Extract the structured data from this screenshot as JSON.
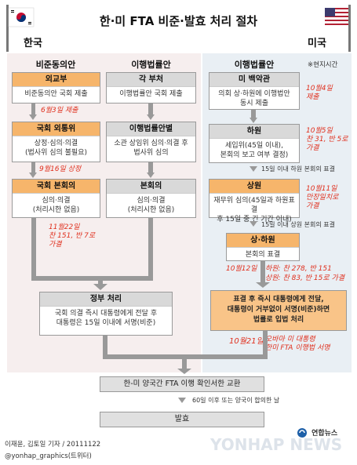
{
  "title": "한·미 FTA 비준·발효 처리 절차",
  "countries": {
    "korea": "한국",
    "usa": "미국"
  },
  "columns": {
    "kr_left": "비준동의안",
    "kr_right": "이행법률안",
    "us": "이행법률안",
    "us_note": "※현지시간"
  },
  "kr_left_steps": [
    {
      "head": "외교부",
      "body": "비준동의안 국회 제출"
    },
    {
      "head": "국회 외통위",
      "body": "상정·심의·의결\n(법사위 심의 불필요)"
    },
    {
      "head": "국회 본회의",
      "body": "심의·의결\n(처리시한 없음)"
    }
  ],
  "kr_left_notes": [
    "6월3일 제출",
    "9월16일 상정",
    "11월22일\n찬 151, 반 7로\n가결"
  ],
  "kr_right_steps": [
    {
      "head": "각 부처",
      "body": "이행법률안 국회 제출"
    },
    {
      "head": "이행법률안별",
      "body": "소관 상임위 심의·의결 후\n법사위 심의"
    },
    {
      "head": "본회의",
      "body": "심의·의결\n(처리시한 없음)"
    }
  ],
  "kr_final": {
    "head": "정부 처리",
    "body": "국회 의결 즉시 대통령에게 전달 후\n대통령은 15일 이내에 서명(비준)"
  },
  "us_steps": [
    {
      "head": "미 백악관",
      "body": "의회 상·하원에 이행법안\n동시 제출"
    },
    {
      "head": "하원",
      "body": "세입위(45일 이내),\n본회의 보고 여부 결정)"
    },
    {
      "head": "상원",
      "body": "재무위 심의(45일과 하원표결\n후 15일 중 긴 기간 이내)"
    },
    {
      "head": "상·하원",
      "body": "본회의 표결"
    }
  ],
  "us_side_notes": [
    "10월4일\n제출",
    "10월5일\n찬 31, 반 5로\n가결",
    "10월11일\n만장일치로\n가결"
  ],
  "us_between": [
    "15일 이내 하원 본회의 표결",
    "15일 이내 상원 본회의 표결"
  ],
  "us_vote": {
    "date": "10월12일",
    "house": "하원: 찬 278, 반 151",
    "senate": "상원: 찬 83, 반 15로 가결"
  },
  "us_final": "표결 후 즉시 대통령에게 전달,\n대통령이 거부없이 서명(비준)하면\n법률로 입법 처리",
  "us_final_note": {
    "date": "10월21일",
    "text": "오바마 미 대통령\n한미 FTA 이행법 서명"
  },
  "exchange": "한-미 양국간 FTA 이행 확인서한 교환",
  "exchange_note": "60일 이후 또는 양국이 합의한 날",
  "effect": "발효",
  "credit": "이재윤, 김토일 기자 / 20111122",
  "twitter": "@yonhap_graphics(트위터)",
  "agency": "연합뉴스",
  "watermark": "YONHAP NEWS"
}
